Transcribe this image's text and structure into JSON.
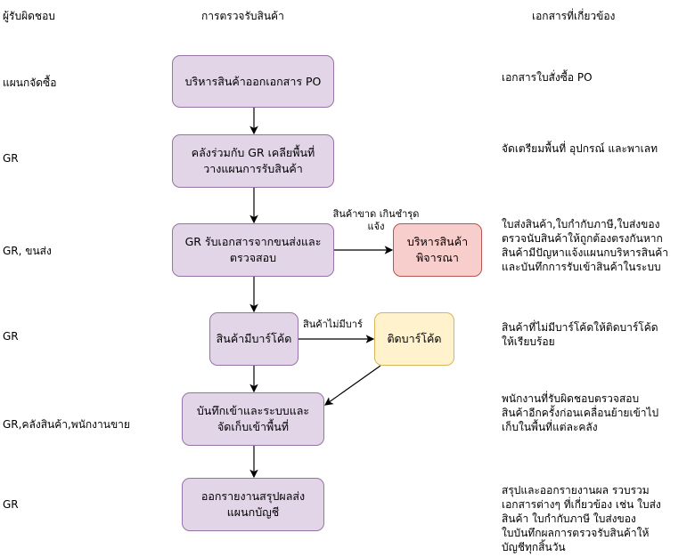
{
  "headers": {
    "responsible": "ผู้รับผิดชอบ",
    "process": "การตรวจรับสินค้า",
    "documents": "เอกสารที่เกี่ยวข้อง"
  },
  "responsible": [
    "แผนกจัดซื้อ",
    "GR",
    "GR, ขนส่ง",
    "GR",
    "GR,คลังสินค้า,พนักงานขาย",
    "GR"
  ],
  "steps": [
    "บริหารสินค้าออกเอกสาร PO",
    "คลังร่วมกับ GR เคลียพื้นที่\nวางแผนการรับสินค้า",
    "GR รับเอกสารจากขนส่งและ\nตรวจสอบ",
    "บริหารสินค้า\nพิจารณา",
    "สินค้ามีบาร์โค้ด",
    "ติดบาร์โค้ด",
    "บันทึกเข้าและระบบและ\nจัดเก็บเข้าพื้นที่",
    "ออกรายงานสรุปผลส่ง\nแผนกบัญชี"
  ],
  "edge_labels": {
    "damaged": "สินค้าขาด เกินชำรุด\nแจ้ง",
    "no_barcode": "สินค้าไม่มีบาร์"
  },
  "documents": [
    "เอกสารใบสั่งซื้อ PO",
    "จัดเตรียมพื้นที่ อุปกรณ์ และพาเลท",
    "ใบส่งสินค้า,ใบกำกับภาษี,ใบส่งของ\nตรวจนับสินค้าให้ถูกต้องตรงกันหาก\nสินค้ามีปัญหาแจ้งแผนกบริหารสินค้า\nและบันทึกการรับเข้าสินค้าในระบบ",
    "สินค้าที่ไม่มีบาร์โค้ดให้ติดบาร์โค้ด\nให้เรียบร้อย",
    "พนักงานที่รับผิดชอบตรวจสอบ\nสินค้าอีกครั้งก่อนเคลื่อนย้ายเข้าไป\nเก็บในพื้นที่แต่ละคลัง",
    "สรุปและออกรายงานผล รวบรวม\nเอกสารต่างๆ ที่เกี่ยวข้อง เช่น ใบส่ง\nสินค้า ใบกำกับภาษี ใบส่งของ\nใบบันทึกผลการตรวจรับสินค้าให้\nบัญชีทุกสิ้นวัน"
  ],
  "colors": {
    "process_fill": "#e1d5e7",
    "process_border": "#9673a6",
    "alert_fill": "#f8cecc",
    "alert_border": "#b85450",
    "action_fill": "#fff2cc",
    "action_border": "#d6b656"
  }
}
